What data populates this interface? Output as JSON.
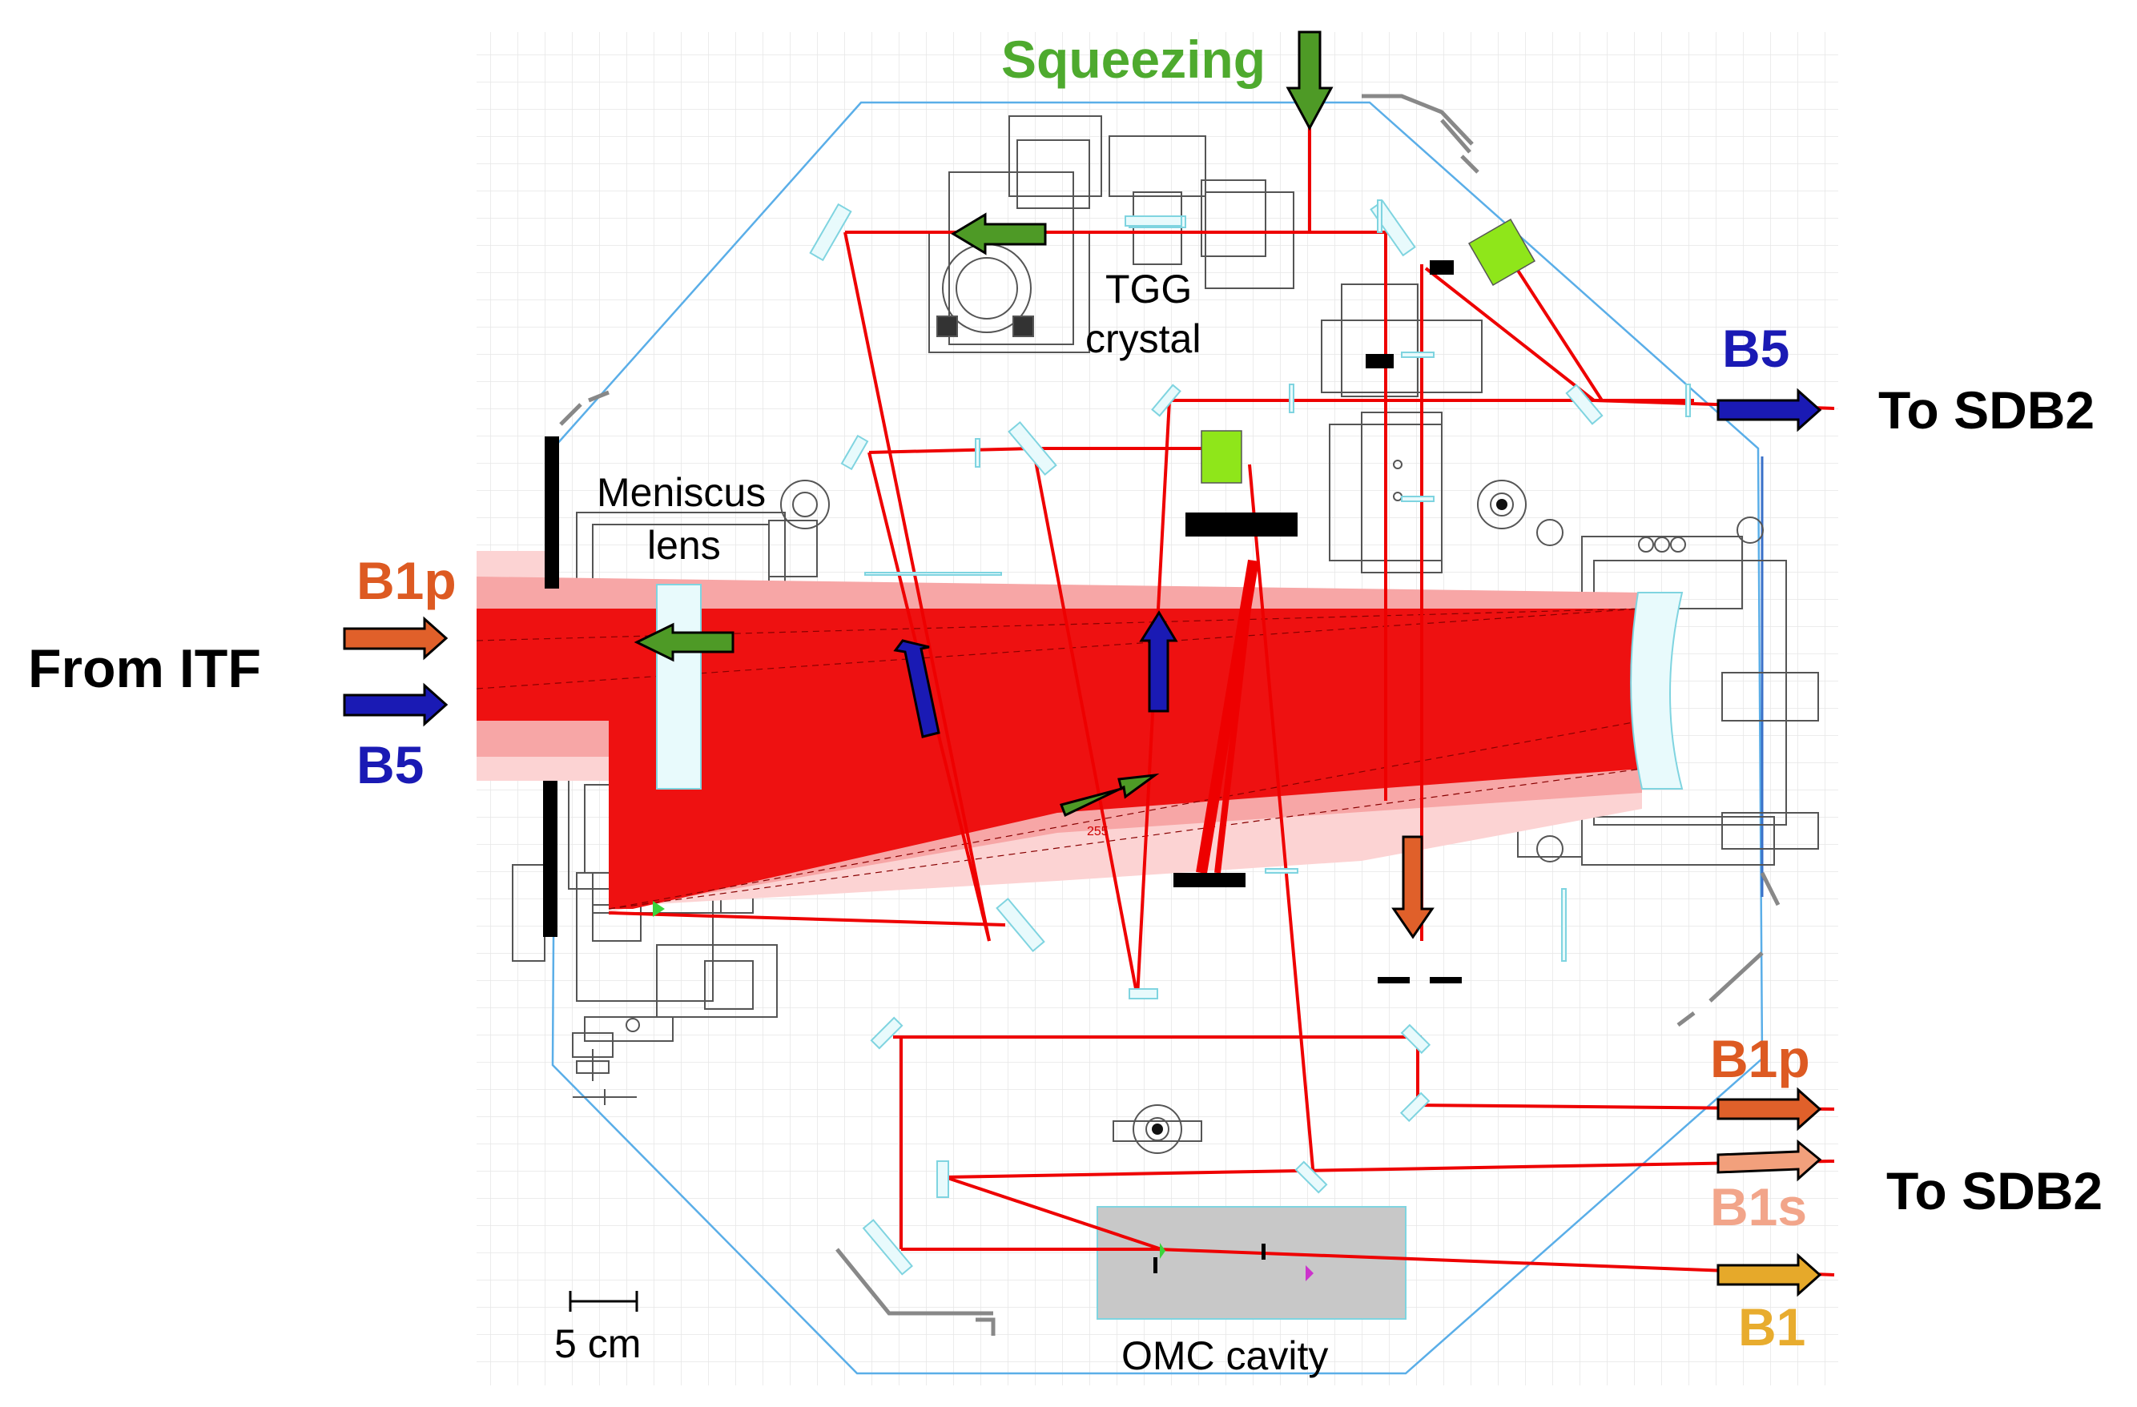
{
  "labels": {
    "squeezing": "Squeezing",
    "tgg_line1": "TGG",
    "tgg_line2": "crystal",
    "meniscus_line1": "Meniscus",
    "meniscus_line2": "lens",
    "from_itf": "From ITF",
    "b1p_in": "B1p",
    "b5_in": "B5",
    "b5_out": "B5",
    "to_sdb2_top": "To SDB2",
    "b1p_out": "B1p",
    "b1s_out": "B1s",
    "b1_out": "B1",
    "to_sdb2_bottom": "To SDB2",
    "scale": "5 cm",
    "omc": "OMC cavity",
    "angle_mark": "255"
  },
  "colors": {
    "beam": "#ee0000",
    "beam_halo": "#f7a6a6",
    "beam_outer": "#fcd3d3",
    "green_arrow": "#4e9a26",
    "blue_arrow": "#1a1ab4",
    "orange_arrow": "#e0602a",
    "salmon_arrow": "#f2a07c",
    "gold_arrow": "#e6a92a",
    "label_green": "#4eaa2e",
    "label_blue": "#1a1ab4",
    "label_orange": "#dd5a22",
    "label_salmon": "#f2a58a",
    "label_gold": "#e8ac2e",
    "grid": "#e6e6e6",
    "vessel": "#5aaee8",
    "optic": "#7fd4e0",
    "lime_block": "#8fe61a",
    "omc_box": "#c8c8c8"
  }
}
